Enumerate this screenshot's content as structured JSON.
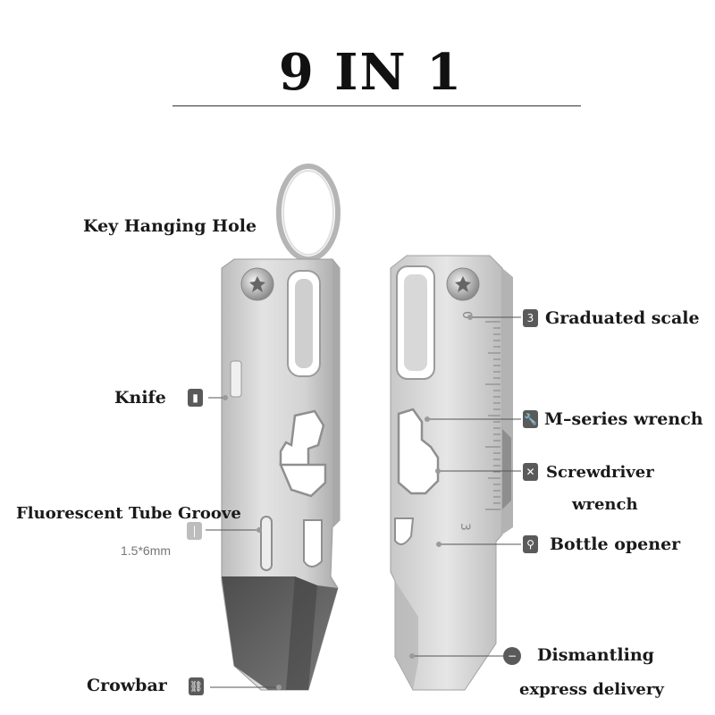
{
  "title": "9 IN 1",
  "labels": {
    "key_hanging_hole": "Key Hanging Hole",
    "knife": "Knife",
    "fluorescent_tube_groove": "Fluorescent Tube Groove",
    "groove_size": "1.5*6mm",
    "crowbar": "Crowbar",
    "graduated_scale": "Graduated scale",
    "m_series_wrench": "M–series wrench",
    "screwdriver": "Screwdriver",
    "wrench": "wrench",
    "bottle_opener": "Bottle opener",
    "dismantling": "Dismantling",
    "express_delivery": "express delivery"
  },
  "scale_marks": {
    "zero": "0",
    "three": "3"
  },
  "icons": {
    "graduated_scale": "3",
    "knife": "knife-icon",
    "m_series_wrench": "wrench-icon",
    "screwdriver": "screwdriver-wrench-icon",
    "bottle_opener": "bottle-opener-icon",
    "dismantling": "minus-circle-icon",
    "crowbar": "link-icon",
    "groove": "groove-icon"
  },
  "colors": {
    "metal_light": "#d9d9d9",
    "metal_dark": "#9e9e9e",
    "tip_dark": "#5e5e5e",
    "icon_bg": "#5a5a5a",
    "text": "#1a1a1a"
  }
}
